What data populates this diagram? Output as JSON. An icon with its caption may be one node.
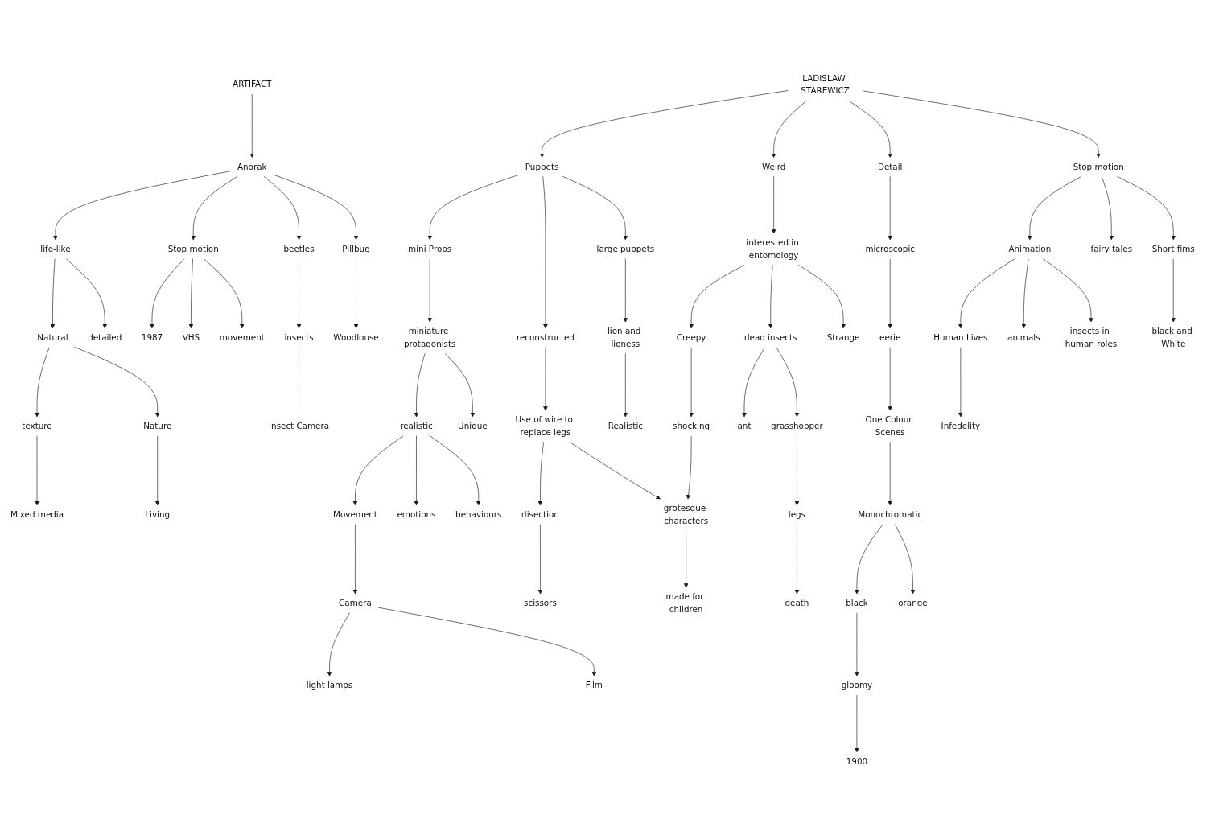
{
  "diagram": {
    "nodes": [
      {
        "text": [
          "Mixed media"
        ]
      },
      {
        "text": [
          "gloomy"
        ]
      },
      {
        "text": [
          "black"
        ]
      },
      {
        "text": [
          "Monochromatic"
        ]
      },
      {
        "text": [
          "One Colour Scenes"
        ]
      },
      {
        "text": [
          "eerie"
        ]
      },
      {
        "text": [
          "black and White"
        ]
      },
      {
        "text": [
          "Infedelity"
        ]
      },
      {
        "text": [
          "Short fims"
        ]
      },
      {
        "text": [
          "Human Lives"
        ]
      },
      {
        "text": [
          "orange"
        ]
      },
      {
        "text": [
          "microscopic"
        ]
      },
      {
        "text": [
          "1900"
        ]
      },
      {
        "text": [
          "1987"
        ]
      },
      {
        "text": [
          "detailed"
        ]
      },
      {
        "text": [
          "VHS"
        ]
      },
      {
        "text": [
          "texture"
        ]
      },
      {
        "text": [
          "Stop motion"
        ]
      },
      {
        "text": [
          "Stop motion"
        ]
      },
      {
        "text": [
          "Detail"
        ]
      },
      {
        "text": [
          "animals"
        ]
      },
      {
        "text": [
          "Animation"
        ]
      },
      {
        "text": [
          "life-like"
        ]
      },
      {
        "text": [
          "movement"
        ]
      },
      {
        "text": [
          "Anorak"
        ]
      },
      {
        "text": [
          "ARTIFACT"
        ]
      },
      {
        "text": [
          "LADISLAW STAREWICZ"
        ]
      },
      {
        "text": [
          "fairy tales"
        ]
      },
      {
        "text": [
          "insects in human roles"
        ]
      },
      {
        "text": [
          "Natural"
        ]
      },
      {
        "text": [
          "Weird"
        ]
      },
      {
        "text": [
          "beetles"
        ]
      },
      {
        "text": [
          "Pillbug"
        ]
      },
      {
        "text": [
          "large puppets"
        ]
      },
      {
        "text": [
          "interested in entomology"
        ]
      },
      {
        "text": [
          "Puppets"
        ]
      },
      {
        "text": [
          "Strange"
        ]
      },
      {
        "text": [
          "Nature"
        ]
      },
      {
        "text": [
          "insects"
        ]
      },
      {
        "text": [
          "dead insects"
        ]
      },
      {
        "text": [
          "Woodlouse"
        ]
      },
      {
        "text": [
          "lion and lioness"
        ]
      },
      {
        "text": [
          "mini Props"
        ]
      },
      {
        "text": [
          "reconstructed"
        ]
      },
      {
        "text": [
          "Insect Camera"
        ]
      },
      {
        "text": [
          "Creepy"
        ]
      },
      {
        "text": [
          "ant"
        ]
      },
      {
        "text": [
          "grasshopper"
        ]
      },
      {
        "text": [
          "Realistic"
        ]
      },
      {
        "text": [
          "Living"
        ]
      },
      {
        "text": [
          "Use of wire to replace legs"
        ]
      },
      {
        "text": [
          "shocking"
        ]
      },
      {
        "text": [
          "Movement"
        ]
      },
      {
        "text": [
          "realistic"
        ]
      },
      {
        "text": [
          "miniature protagonists"
        ]
      },
      {
        "text": [
          "legs"
        ]
      },
      {
        "text": [
          "emotions"
        ]
      },
      {
        "text": [
          "behaviours"
        ]
      },
      {
        "text": [
          "disection"
        ]
      },
      {
        "text": [
          "grotesque characters"
        ]
      },
      {
        "text": [
          "made for children"
        ]
      },
      {
        "text": [
          "Camera"
        ]
      },
      {
        "text": [
          "light lamps"
        ]
      },
      {
        "text": [
          "Unique"
        ]
      },
      {
        "text": [
          "death"
        ]
      },
      {
        "text": [
          "scissors"
        ]
      },
      {
        "text": [
          "Film"
        ]
      }
    ],
    "edges": [
      {
        "from": 3,
        "to": 2,
        "arrow": "to"
      },
      {
        "from": 3,
        "to": 10,
        "arrow": "to"
      },
      {
        "from": 4,
        "to": 3,
        "arrow": "to"
      },
      {
        "from": 5,
        "to": 4,
        "arrow": "to"
      },
      {
        "from": 2,
        "to": 1,
        "arrow": "to"
      },
      {
        "from": 1,
        "to": 12,
        "arrow": "to"
      },
      {
        "from": 11,
        "to": 5,
        "arrow": "to"
      },
      {
        "from": 19,
        "to": 11,
        "arrow": "to"
      },
      {
        "from": 26,
        "to": 19,
        "arrow": "to"
      },
      {
        "from": 26,
        "to": 18,
        "arrow": "to"
      },
      {
        "from": 18,
        "to": 8,
        "arrow": "to"
      },
      {
        "from": 8,
        "to": 6,
        "arrow": "to"
      },
      {
        "from": 18,
        "to": 21,
        "arrow": "to"
      },
      {
        "from": 18,
        "to": 27,
        "arrow": "to"
      },
      {
        "from": 21,
        "to": 9,
        "arrow": "to"
      },
      {
        "from": 9,
        "to": 7,
        "arrow": "to"
      },
      {
        "from": 21,
        "to": 20,
        "arrow": "to"
      },
      {
        "from": 21,
        "to": 28,
        "arrow": "to"
      },
      {
        "from": 26,
        "to": 30,
        "arrow": "to"
      },
      {
        "from": 26,
        "to": 35,
        "arrow": "to"
      },
      {
        "from": 30,
        "to": 34,
        "arrow": "to"
      },
      {
        "from": 34,
        "to": 36,
        "arrow": "to"
      },
      {
        "from": 34,
        "to": 45,
        "arrow": "to"
      },
      {
        "from": 34,
        "to": 39,
        "arrow": "to"
      },
      {
        "from": 39,
        "to": 46,
        "arrow": "to"
      },
      {
        "from": 39,
        "to": 47,
        "arrow": "to"
      },
      {
        "from": 47,
        "to": 55,
        "arrow": "to"
      },
      {
        "from": 55,
        "to": 64,
        "arrow": "to"
      },
      {
        "from": 45,
        "to": 51,
        "arrow": "to"
      },
      {
        "from": 51,
        "to": 59,
        "arrow": "to"
      },
      {
        "from": 35,
        "to": 33,
        "arrow": "to"
      },
      {
        "from": 35,
        "to": 42,
        "arrow": "to"
      },
      {
        "from": 35,
        "to": 43,
        "arrow": "to"
      },
      {
        "from": 43,
        "to": 50,
        "arrow": "to"
      },
      {
        "from": 50,
        "to": 58,
        "arrow": "to"
      },
      {
        "from": 50,
        "to": 59,
        "arrow": "to"
      },
      {
        "from": 58,
        "to": 65,
        "arrow": "to"
      },
      {
        "from": 59,
        "to": 60,
        "arrow": "to"
      },
      {
        "from": 42,
        "to": 54,
        "arrow": "to"
      },
      {
        "from": 54,
        "to": 63,
        "arrow": "to"
      },
      {
        "from": 54,
        "to": 53,
        "arrow": "to"
      },
      {
        "from": 53,
        "to": 52,
        "arrow": "to"
      },
      {
        "from": 53,
        "to": 56,
        "arrow": "to"
      },
      {
        "from": 53,
        "to": 57,
        "arrow": "to"
      },
      {
        "from": 52,
        "to": 61,
        "arrow": "to"
      },
      {
        "from": 61,
        "to": 62,
        "arrow": "to"
      },
      {
        "from": 61,
        "to": 66,
        "arrow": "to"
      },
      {
        "from": 33,
        "to": 41,
        "arrow": "to"
      },
      {
        "from": 41,
        "to": 48,
        "arrow": "to"
      },
      {
        "from": 25,
        "to": 24,
        "arrow": "to"
      },
      {
        "from": 24,
        "to": 17,
        "arrow": "to"
      },
      {
        "from": 17,
        "to": 13,
        "arrow": "to"
      },
      {
        "from": 17,
        "to": 15,
        "arrow": "to"
      },
      {
        "from": 17,
        "to": 23,
        "arrow": "to"
      },
      {
        "from": 24,
        "to": 22,
        "arrow": "to"
      },
      {
        "from": 24,
        "to": 32,
        "arrow": "to"
      },
      {
        "from": 24,
        "to": 31,
        "arrow": "to"
      },
      {
        "from": 31,
        "to": 38,
        "arrow": "to"
      },
      {
        "from": 38,
        "to": 44,
        "arrow": "none"
      },
      {
        "from": 32,
        "to": 40,
        "arrow": "to"
      },
      {
        "from": 22,
        "to": 14,
        "arrow": "to"
      },
      {
        "from": 22,
        "to": 29,
        "arrow": "to"
      },
      {
        "from": 29,
        "to": 16,
        "arrow": "to"
      },
      {
        "from": 16,
        "to": 0,
        "arrow": "to"
      },
      {
        "from": 29,
        "to": 37,
        "arrow": "to"
      },
      {
        "from": 37,
        "to": 49,
        "arrow": "to"
      }
    ]
  }
}
